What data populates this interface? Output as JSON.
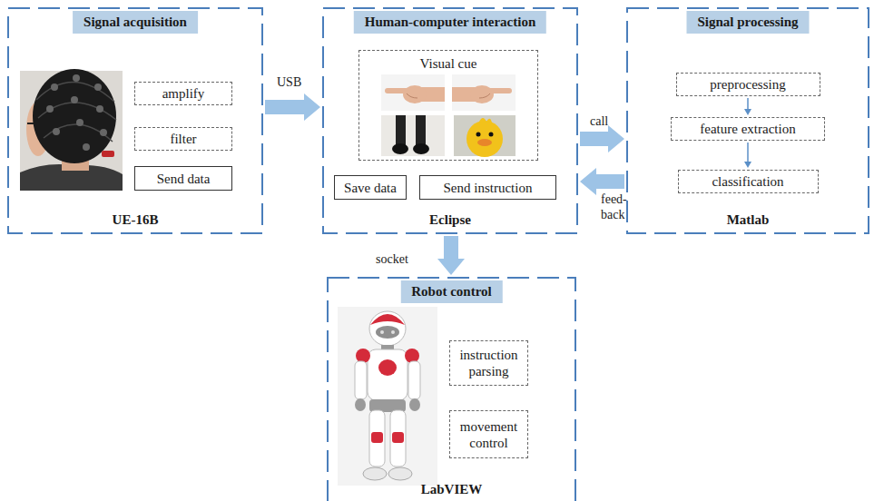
{
  "diagram": {
    "nodes": [
      {
        "text": [
          "Signal acquisition",
          "UE-16B"
        ]
      },
      {
        "text": [
          "amplify"
        ],
        "in": 0
      },
      {
        "text": [
          "filter"
        ],
        "in": 0
      },
      {
        "text": [
          "Send data"
        ],
        "in": 0
      },
      {
        "text": [
          "Human-computer interaction",
          "Eclipse"
        ]
      },
      {
        "text": [
          "Visual cue"
        ],
        "in": 4
      },
      {
        "text": [
          "Save data"
        ],
        "in": 4
      },
      {
        "text": [
          "Send instruction"
        ],
        "in": 4
      },
      {
        "text": [
          "Signal processing",
          "Matlab"
        ]
      },
      {
        "text": [
          "preprocessing"
        ],
        "in": 8
      },
      {
        "text": [
          "feature extraction"
        ],
        "in": 8
      },
      {
        "text": [
          "classification"
        ],
        "in": 8
      },
      {
        "text": [
          "Robot control",
          "LabVIEW"
        ]
      },
      {
        "text": [
          "instruction parsing"
        ],
        "in": 12
      },
      {
        "text": [
          "movement control"
        ],
        "in": 12
      }
    ],
    "edges": [
      {
        "from": 0,
        "to": 4,
        "arrow": "to",
        "label": "USB"
      },
      {
        "from": 4,
        "to": 8,
        "arrow": "to",
        "label": "call"
      },
      {
        "from": 8,
        "to": 4,
        "arrow": "to",
        "label": "feed-back"
      },
      {
        "from": 4,
        "to": 12,
        "arrow": "to",
        "label": "socket"
      },
      {
        "from": 9,
        "to": 10,
        "arrow": "to"
      },
      {
        "from": 10,
        "to": 11,
        "arrow": "to"
      }
    ]
  }
}
